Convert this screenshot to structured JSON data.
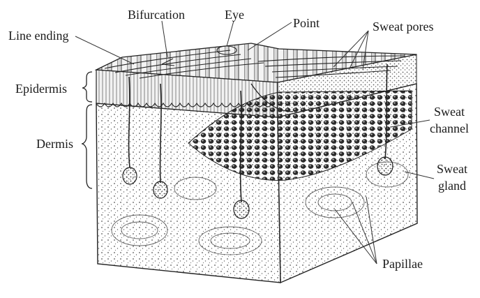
{
  "labels": {
    "line_ending": "Line ending",
    "bifurcation": "Bifurcation",
    "eye": "Eye",
    "point": "Point",
    "sweat_pores": "Sweat pores",
    "epidermis": "Epidermis",
    "dermis": "Dermis",
    "sweat_channel_1": "Sweat",
    "sweat_channel_2": "channel",
    "sweat_gland_1": "Sweat",
    "sweat_gland_2": "gland",
    "papillae": "Papillae"
  }
}
